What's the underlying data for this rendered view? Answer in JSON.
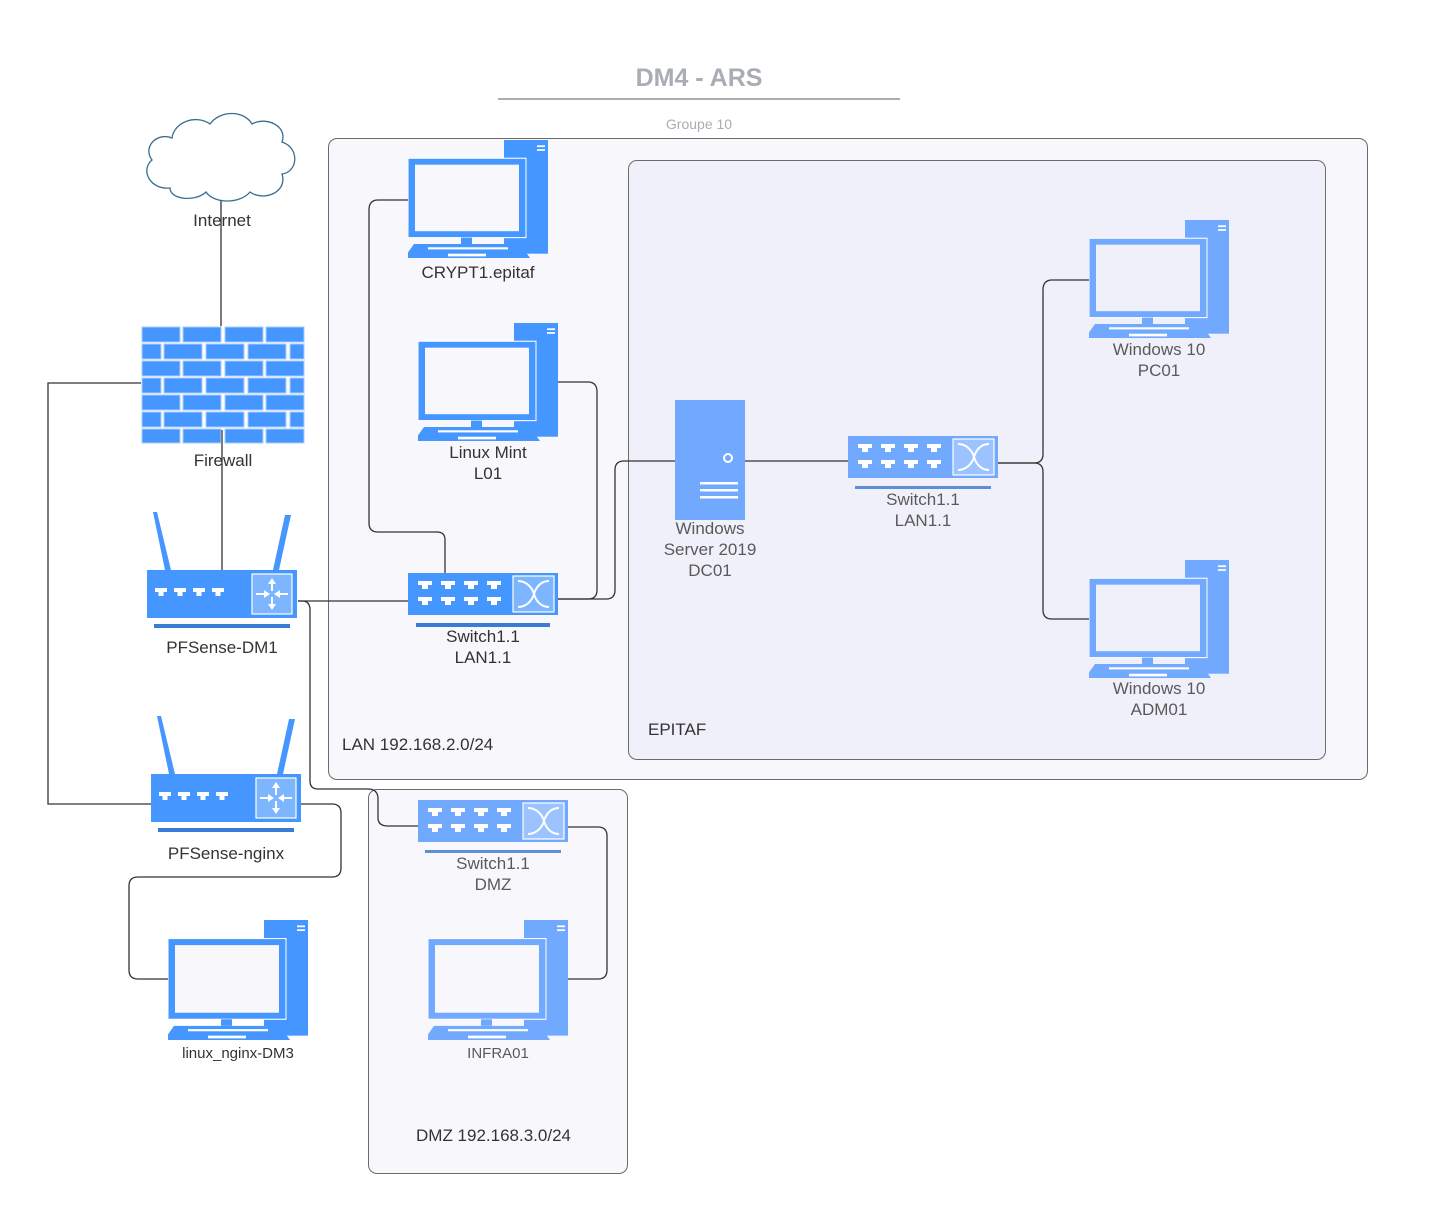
{
  "header": {
    "title": "DM4 - ARS",
    "subtitle": "Groupe 10"
  },
  "colors": {
    "device_primary": "#4597ff",
    "device_light": "#71a9ff",
    "zone_border": "#6b6b6b",
    "zone_lan_fill": "#f8f8fc",
    "zone_epitaf_fill": "#f0f0fa",
    "title_color": "#a9adb4",
    "wire": "#333333"
  },
  "zones": {
    "lan": {
      "label": "LAN 192.168.2.0/24"
    },
    "epitaf": {
      "label": "EPITAF"
    },
    "dmz": {
      "label": "DMZ 192.168.3.0/24"
    }
  },
  "nodes": {
    "internet": {
      "label": "Internet",
      "icon": "cloud-icon"
    },
    "firewall": {
      "label": "Firewall",
      "icon": "firewall-icon"
    },
    "pfsense_dm1": {
      "label": "PFSense-DM1",
      "icon": "router-icon"
    },
    "pfsense_nginx": {
      "label": "PFSense-nginx",
      "icon": "router-icon"
    },
    "linux_nginx": {
      "label": "linux_nginx-DM3",
      "icon": "desktop-computer-icon"
    },
    "crypt1": {
      "label": "CRYPT1.epitaf",
      "icon": "desktop-computer-icon"
    },
    "linux_mint": {
      "line1": "Linux Mint",
      "line2": "L01",
      "icon": "desktop-computer-icon"
    },
    "switch_lan": {
      "line1": "Switch1.1",
      "line2": "LAN1.1",
      "icon": "switch-icon"
    },
    "dc01": {
      "line1": "Windows",
      "line2": "Server 2019",
      "line3": "DC01",
      "icon": "server-icon"
    },
    "switch_epitaf": {
      "line1": "Switch1.1",
      "line2": "LAN1.1",
      "icon": "switch-icon"
    },
    "pc01": {
      "line1": "Windows 10",
      "line2": "PC01",
      "icon": "desktop-computer-icon"
    },
    "adm01": {
      "line1": "Windows 10",
      "line2": "ADM01",
      "icon": "desktop-computer-icon"
    },
    "switch_dmz": {
      "line1": "Switch1.1",
      "line2": "DMZ",
      "icon": "switch-icon"
    },
    "infra01": {
      "label": "INFRA01",
      "icon": "desktop-computer-icon"
    }
  },
  "links": [
    [
      "internet",
      "firewall"
    ],
    [
      "firewall",
      "pfsense_dm1"
    ],
    [
      "firewall",
      "pfsense_nginx"
    ],
    [
      "pfsense_dm1",
      "switch_lan"
    ],
    [
      "pfsense_dm1",
      "switch_dmz"
    ],
    [
      "pfsense_nginx",
      "linux_nginx"
    ],
    [
      "switch_lan",
      "crypt1"
    ],
    [
      "switch_lan",
      "linux_mint"
    ],
    [
      "switch_lan",
      "dc01"
    ],
    [
      "dc01",
      "switch_epitaf"
    ],
    [
      "switch_epitaf",
      "pc01"
    ],
    [
      "switch_epitaf",
      "adm01"
    ],
    [
      "switch_dmz",
      "infra01"
    ]
  ]
}
